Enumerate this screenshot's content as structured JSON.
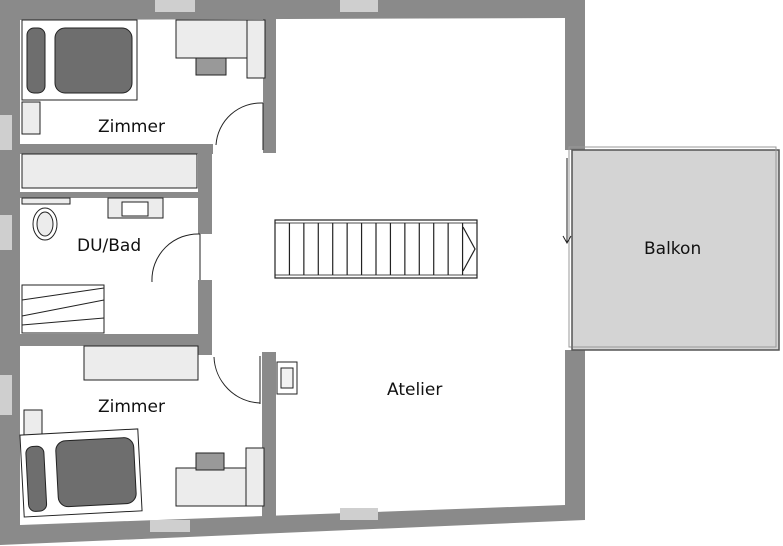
{
  "floorplan": {
    "rooms": {
      "zimmer_top": "Zimmer",
      "du_bad": "DU/Bad",
      "zimmer_bottom": "Zimmer",
      "atelier": "Atelier",
      "balkon": "Balkon"
    },
    "colors": {
      "wall": "#8a8a8a",
      "wall_light": "#c8c8c8",
      "balcony": "#d4d4d4",
      "furniture": "#e6e6e6",
      "furniture_dark": "#6e6e6e",
      "line": "#222222"
    }
  }
}
